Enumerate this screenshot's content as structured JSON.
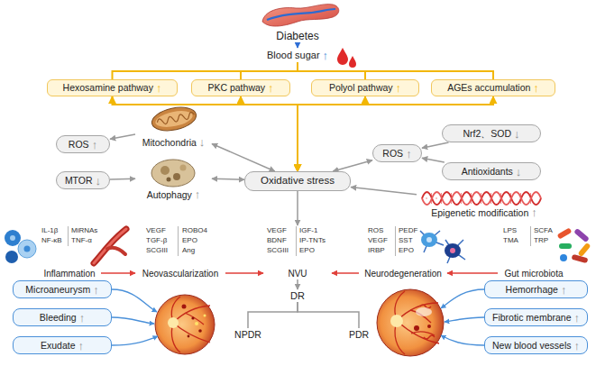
{
  "diagram": {
    "nodes": [
      {
        "text": [
          "Diabetes"
        ]
      },
      {
        "text": [
          "Blood sugar",
          "↑"
        ]
      },
      {
        "text": [
          "Hexosamine pathway",
          "↑"
        ]
      },
      {
        "text": [
          "PKC pathway",
          "↑"
        ]
      },
      {
        "text": [
          "Polyol pathway",
          "↑"
        ]
      },
      {
        "text": [
          "AGEs accumulation",
          "↑"
        ]
      },
      {
        "text": [
          "ROS",
          "↑"
        ]
      },
      {
        "text": [
          "Mitochondria",
          "↓"
        ]
      },
      {
        "text": [
          "ROS",
          "↑"
        ]
      },
      {
        "text": [
          "Nrf2、SOD",
          "↓"
        ]
      },
      {
        "text": [
          "Oxidative stress"
        ]
      },
      {
        "text": [
          "MTOR",
          "↓"
        ]
      },
      {
        "text": [
          "Autophagy",
          "↑"
        ]
      },
      {
        "text": [
          "Antioxidants",
          "↓"
        ]
      },
      {
        "text": [
          "Epigenetic modification",
          "↑"
        ]
      },
      {
        "text": [
          "IL-1β",
          "MiRNAs",
          "NF-κB",
          "TNF-α",
          "Inflammation"
        ]
      },
      {
        "text": [
          "VEGF",
          "ROBO4",
          "TGF-β",
          "EPO",
          "SCGIII",
          "Ang",
          "Neovascularization"
        ]
      },
      {
        "text": [
          "VEGF",
          "IGF-1",
          "BDNF",
          "IP-TNTs",
          "SCGIII",
          "EPO",
          "NVU"
        ]
      },
      {
        "text": [
          "ROS",
          "PEDF",
          "VEGF",
          "SST",
          "IRBP",
          "EPO",
          "Neurodegeneration"
        ]
      },
      {
        "text": [
          "LPS",
          "SCFA",
          "TMA",
          "TRP",
          "Gut microbiota"
        ]
      },
      {
        "text": [
          "DR"
        ]
      },
      {
        "text": [
          "NPDR"
        ]
      },
      {
        "text": [
          "PDR"
        ]
      },
      {
        "text": [
          "Microaneurysm",
          "↑"
        ]
      },
      {
        "text": [
          "Bleeding",
          "↑"
        ]
      },
      {
        "text": [
          "Exudate",
          "↑"
        ]
      },
      {
        "text": [
          "Hemorrhage",
          "↑"
        ]
      },
      {
        "text": [
          "Fibrotic membrane",
          "↑"
        ]
      },
      {
        "text": [
          "New blood vessels",
          "↑"
        ]
      }
    ],
    "edges": [
      {
        "from": 0,
        "to": 1,
        "arrow": "to"
      },
      {
        "from": 1,
        "to": 2,
        "arrow": "none"
      },
      {
        "from": 1,
        "to": 3,
        "arrow": "none"
      },
      {
        "from": 1,
        "to": 4,
        "arrow": "none"
      },
      {
        "from": 1,
        "to": 5,
        "arrow": "none"
      },
      {
        "from": 2,
        "to": 10,
        "arrow": "both"
      },
      {
        "from": 3,
        "to": 10,
        "arrow": "both"
      },
      {
        "from": 4,
        "to": 10,
        "arrow": "both"
      },
      {
        "from": 5,
        "to": 10,
        "arrow": "both"
      },
      {
        "from": 7,
        "to": 6,
        "arrow": "to"
      },
      {
        "from": 7,
        "to": 10,
        "arrow": "both"
      },
      {
        "from": 12,
        "to": 10,
        "arrow": "both"
      },
      {
        "from": 10,
        "to": 8,
        "arrow": "both"
      },
      {
        "from": 9,
        "to": 8,
        "arrow": "to"
      },
      {
        "from": 13,
        "to": 8,
        "arrow": "to"
      },
      {
        "from": 11,
        "to": 12,
        "arrow": "to"
      },
      {
        "from": 14,
        "to": 10,
        "arrow": "to"
      },
      {
        "from": 10,
        "to": 17,
        "arrow": "to"
      },
      {
        "from": 15,
        "to": 16,
        "arrow": "to"
      },
      {
        "from": 16,
        "to": 17,
        "arrow": "to"
      },
      {
        "from": 18,
        "to": 17,
        "arrow": "to"
      },
      {
        "from": 19,
        "to": 18,
        "arrow": "to"
      },
      {
        "from": 17,
        "to": 20,
        "arrow": "to"
      },
      {
        "from": 20,
        "to": 21,
        "arrow": "none"
      },
      {
        "from": 20,
        "to": 22,
        "arrow": "none"
      }
    ]
  }
}
